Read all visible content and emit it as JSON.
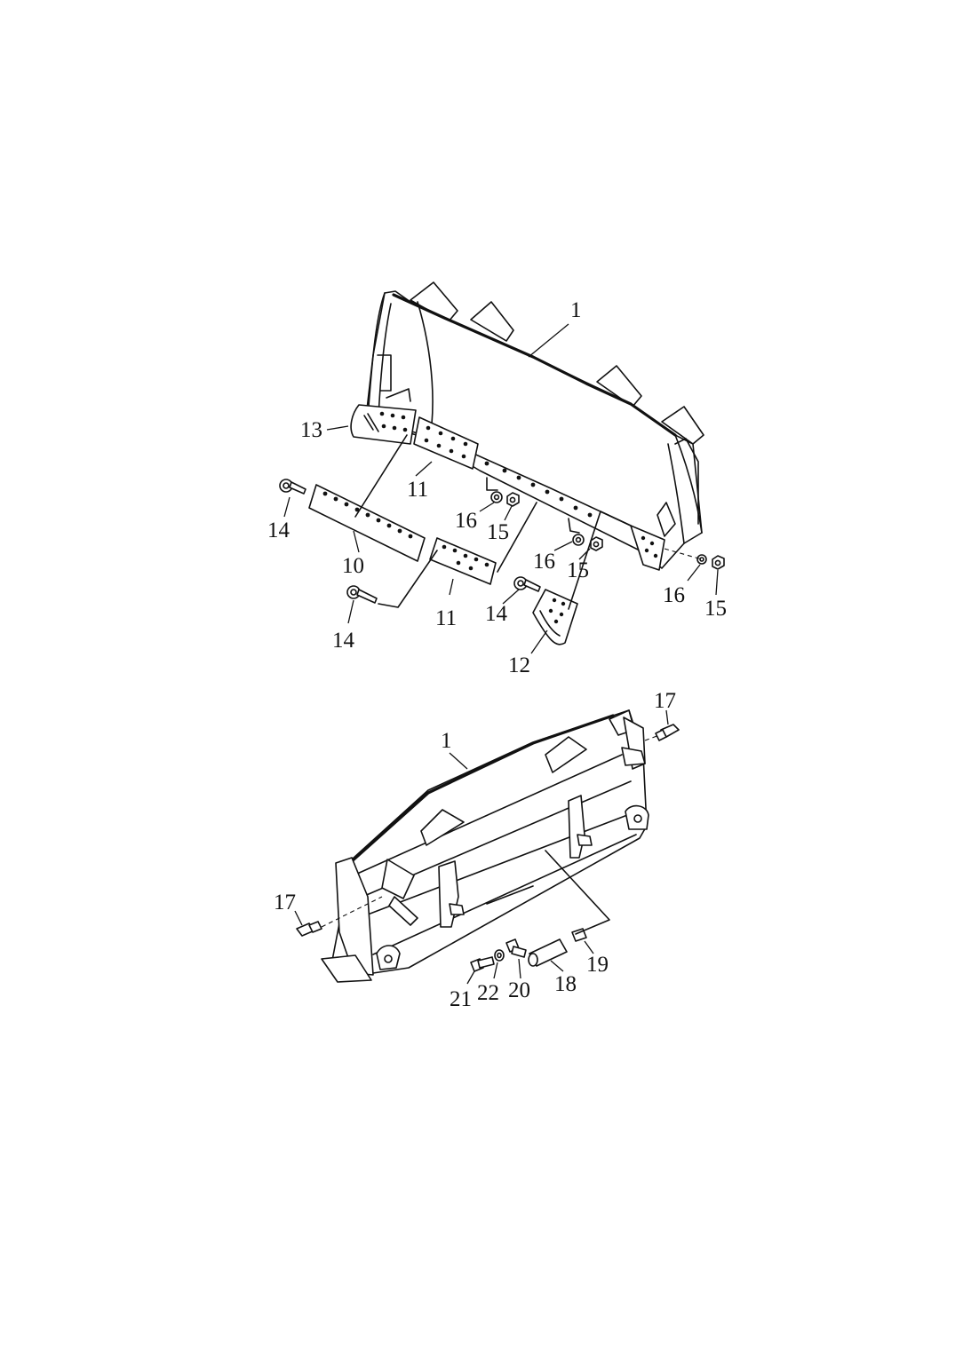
{
  "callouts": {
    "top": {
      "blade": "1",
      "end_bit_left": "13",
      "cutting_edge_11_upper": "11",
      "bolt_14_left": "14",
      "cutting_edge_10": "10",
      "washer_16_a": "16",
      "nut_15_a": "15",
      "washer_16_b": "16",
      "nut_15_b": "15",
      "washer_16_c": "16",
      "nut_15_c": "15",
      "cutting_edge_11_lower": "11",
      "bolt_14_mid": "14",
      "bolt_14_bottom": "14",
      "end_bit_12": "12"
    },
    "bottom": {
      "blade": "1",
      "fitting_17_right": "17",
      "fitting_17_left": "17",
      "fitting_19": "19",
      "pin_18": "18",
      "bolt_21": "21",
      "washer_22": "22",
      "bolt_20": "20"
    }
  }
}
